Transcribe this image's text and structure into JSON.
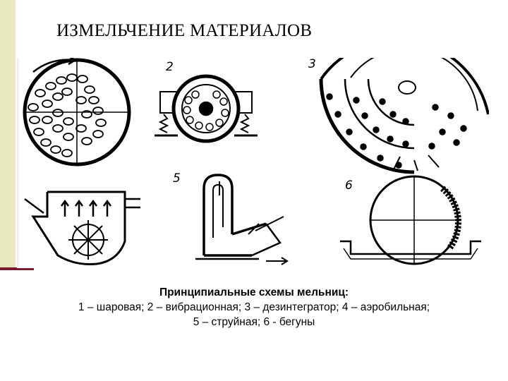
{
  "slide": {
    "title": "ИЗМЕЛЬЧЕНИЕ МАТЕРИАЛОВ"
  },
  "figure": {
    "panel_numbers": [
      "2",
      "3",
      "5",
      "6"
    ]
  },
  "caption": {
    "title": "Принципиальные схемы мельниц:",
    "line1": "1 – шаровая; 2 – вибрационная; 3 – дезинтегратор; 4 – аэробильная;",
    "line2": "5 – струйная; 6 - бегуны"
  },
  "colors": {
    "accent_bar": "#7a1a2e",
    "side_bar": "#e8e8bf",
    "ink": "#000000"
  }
}
